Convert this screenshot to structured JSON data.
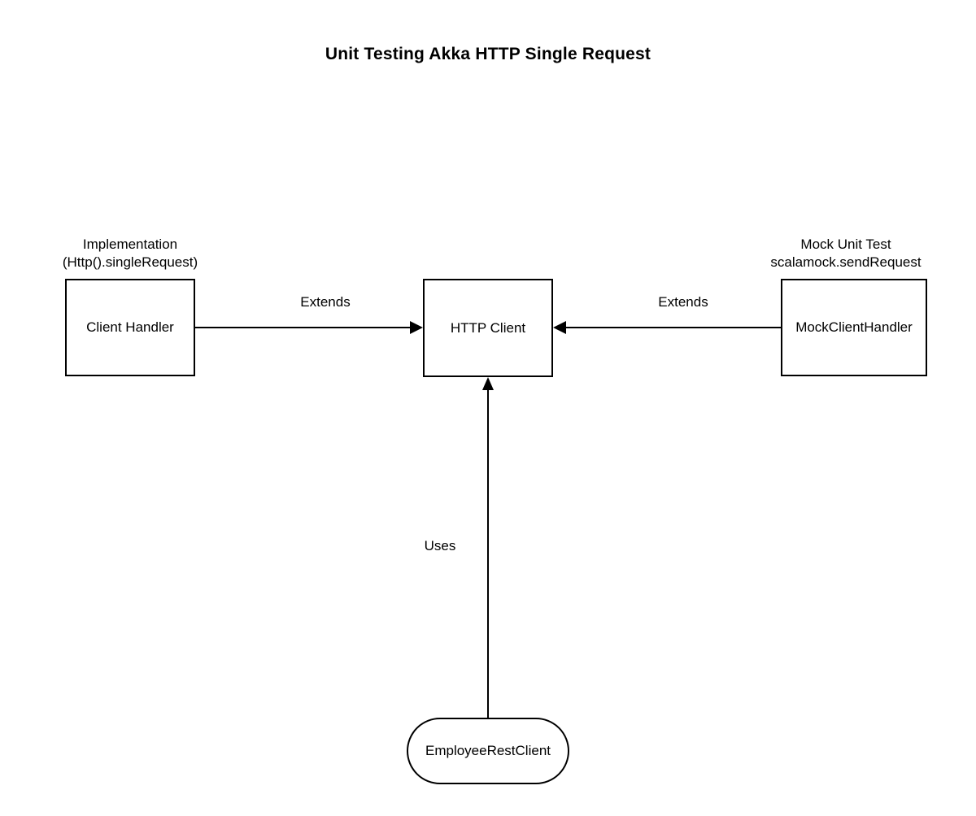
{
  "diagram": {
    "title": "Unit Testing Akka HTTP Single Request",
    "nodes": {
      "client_handler": {
        "label": "Client Handler",
        "annotation_line1": "Implementation",
        "annotation_line2": "(Http().singleRequest)"
      },
      "http_client": {
        "label": "HTTP Client"
      },
      "mock_client_handler": {
        "label": "MockClientHandler",
        "annotation_line1": "Mock Unit Test",
        "annotation_line2": "scalamock.sendRequest"
      },
      "employee_rest_client": {
        "label": "EmployeeRestClient"
      }
    },
    "edges": {
      "left_extends": {
        "label": "Extends"
      },
      "right_extends": {
        "label": "Extends"
      },
      "uses": {
        "label": "Uses"
      }
    },
    "colors": {
      "background": "#ffffff",
      "stroke": "#000000",
      "text": "#000000"
    }
  }
}
